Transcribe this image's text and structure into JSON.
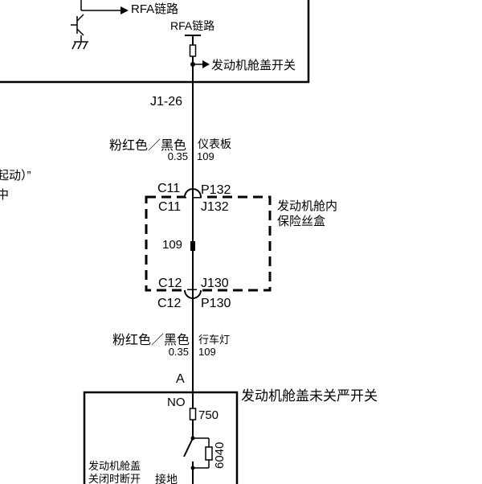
{
  "top_labels": {
    "rfa_link_upper": "RFA链路",
    "rfa_link_lower": "RFA链路",
    "hood_switch_arrow": "发动机舱盖开关"
  },
  "left_fragments": {
    "line1": "起动）”",
    "line2": "中"
  },
  "connector_j1": "J1-26",
  "wire_upper": {
    "color": "粉红色／黑色",
    "gauge": "0.35",
    "harness": "仪表板",
    "circuit": "109"
  },
  "fuse_box": {
    "name_line1": "发动机舱内",
    "name_line2": "保险丝盒",
    "top_left_outer": "C11",
    "top_right_outer": "P132",
    "top_left_inner": "C11",
    "top_right_inner": "J132",
    "circuit": "109",
    "bottom_left_inner": "C12",
    "bottom_right_inner": "J130",
    "bottom_left_outer": "C12",
    "bottom_right_outer": "P130"
  },
  "wire_lower": {
    "color": "粉红色／黑色",
    "gauge": "0.35",
    "harness": "行车灯",
    "circuit": "109"
  },
  "switch": {
    "pin": "A",
    "title": "发动机舱盖未关严开关",
    "state": "NO",
    "connector": "750",
    "resistor": "6040",
    "desc_line1": "发动机舱盖",
    "desc_line2": "关闭时断开",
    "ground": "接地"
  },
  "colors": {
    "line": "#000000",
    "background": "#ffffff"
  }
}
